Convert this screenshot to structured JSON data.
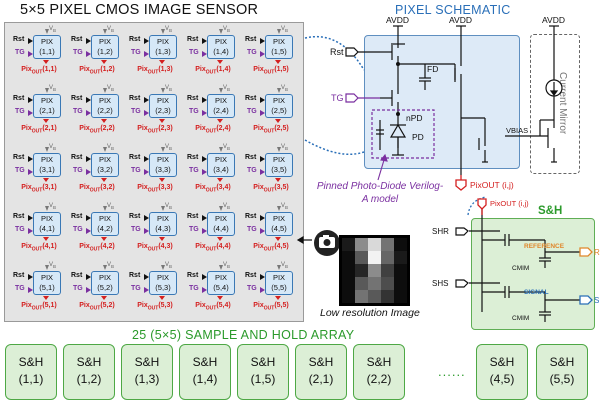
{
  "title": "5×5 PIXEL CMOS IMAGE SENSOR",
  "pixel_grid": {
    "rows": 5,
    "cols": 5,
    "rst_label": "Rst",
    "tg_label": "TG",
    "vb_label": "VB",
    "pix_label": "PIX",
    "out_label": "PixOUT"
  },
  "pixel_schematic": {
    "title": "PIXEL SCHEMATIC",
    "avdd_left": "AVDD",
    "avdd_right": "AVDD",
    "rst": "Rst",
    "tg": "TG",
    "fd": "FD",
    "npd": "nPD",
    "pd": "PD",
    "vbias": "VBIAS",
    "pixout": "PixOUT (i,j)"
  },
  "current_mirror": {
    "title": "Current Mirror",
    "avdd": "AVDD"
  },
  "ppd_caption": "Pinned Photo-Diode Verilog-A model",
  "low_res": {
    "caption": "Low resolution Image",
    "pixels": [
      [
        0.1,
        0.55,
        0.85,
        0.45,
        0.05
      ],
      [
        0.05,
        0.35,
        0.95,
        0.4,
        0.1
      ],
      [
        0.05,
        0.15,
        0.55,
        0.25,
        0.05
      ],
      [
        0.05,
        0.35,
        0.45,
        0.3,
        0.05
      ],
      [
        0.05,
        0.45,
        0.35,
        0.2,
        0.05
      ]
    ]
  },
  "sh": {
    "title": "S&H",
    "input": "PixOUT (i,j)",
    "shr": "SHR",
    "shs": "SHS",
    "reference": "REFERENCE",
    "signal": "SIGNAL",
    "cmim1": "CMIM",
    "cmim2": "CMIM",
    "out_r": "R",
    "out_s": "S"
  },
  "sh_array": {
    "title": "25 (5×5) SAMPLE AND HOLD ARRAY",
    "label": "S&H",
    "items": [
      "(1,1)",
      "(1,2)",
      "(1,3)",
      "(1,4)",
      "(1,5)",
      "(2,1)",
      "(2,2)",
      "(4,5)",
      "(5,5)"
    ],
    "ellipsis": "......"
  },
  "colors": {
    "pix_fill": "#d6e8f7",
    "pix_border": "#3a78b5",
    "out_red": "#d42020",
    "tg_purple": "#7a2fa0",
    "sh_green": "#4ea845",
    "schem_blue": "#2a6fb8",
    "reference_orange": "#e0862a"
  }
}
